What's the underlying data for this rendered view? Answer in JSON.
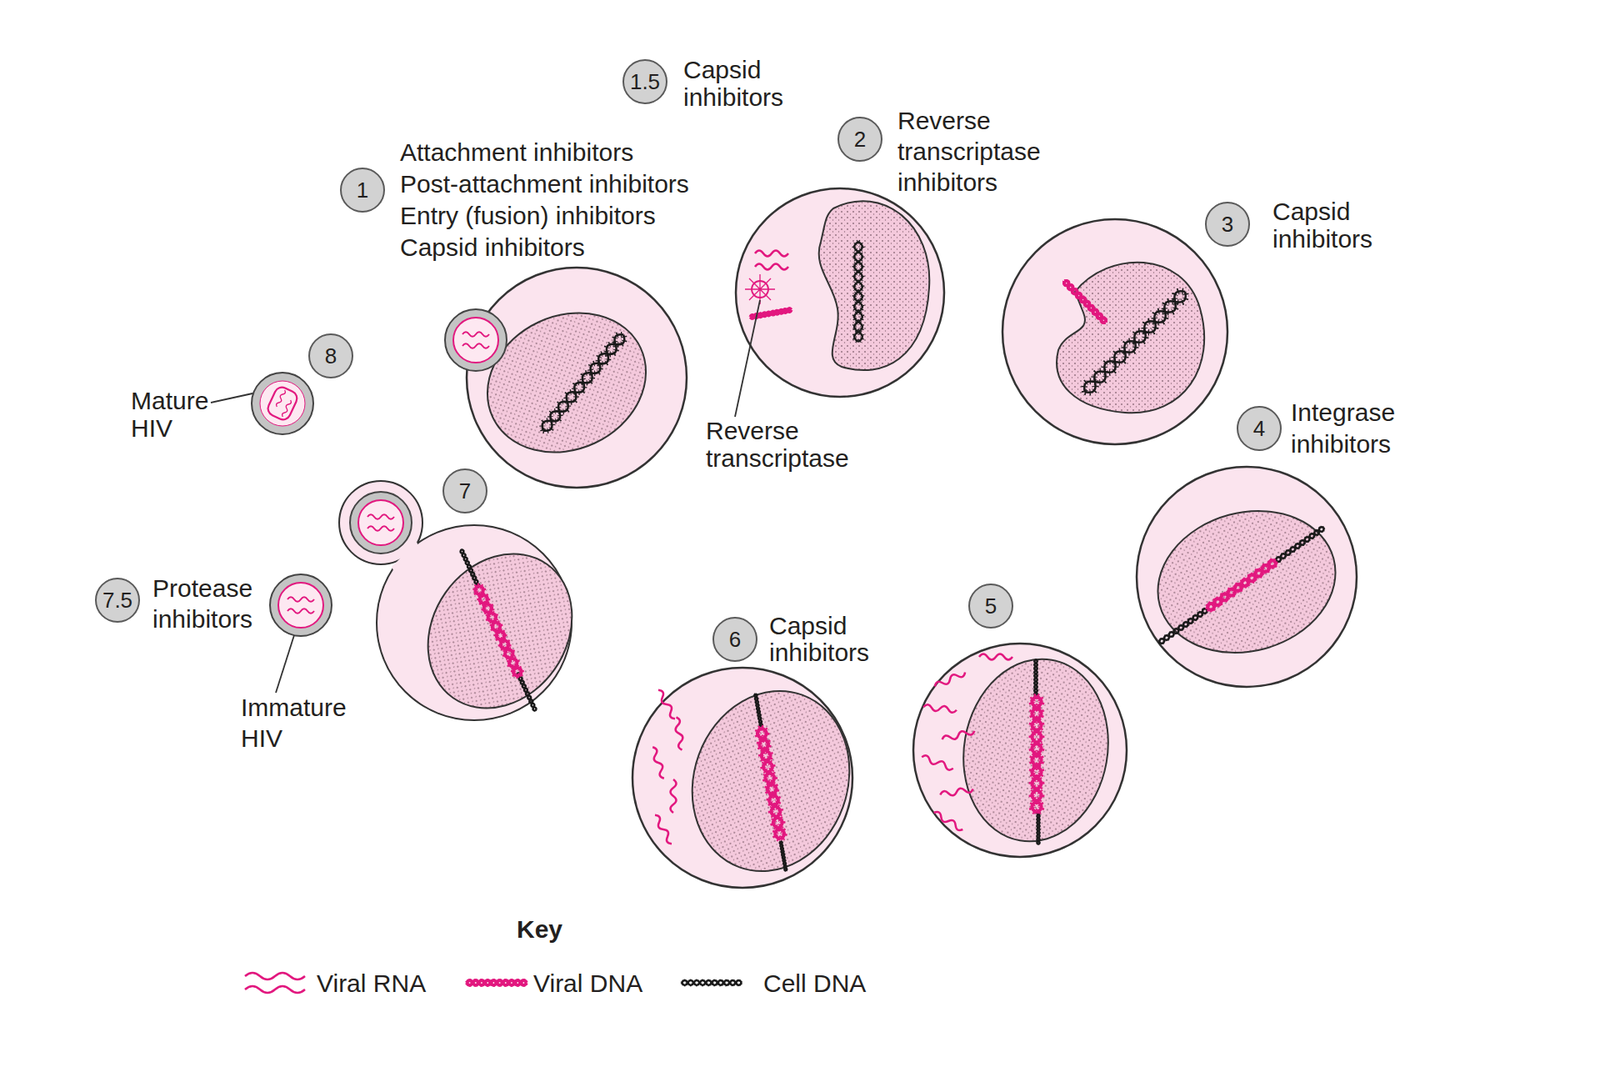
{
  "diagram": {
    "nodes": [
      {
        "text": [
          "1",
          "Attachment inhibitors",
          "Post-attachment inhibitors",
          "Entry (fusion) inhibitors",
          "Capsid inhibitors"
        ]
      },
      {
        "text": [
          "1.5",
          "Capsid inhibitors"
        ]
      },
      {
        "text": [
          "2",
          "Reverse transcriptase inhibitors"
        ]
      },
      {
        "text": [
          "3",
          "Capsid inhibitors"
        ]
      },
      {
        "text": [
          "4",
          "Integrase inhibitors"
        ]
      },
      {
        "text": [
          "5"
        ]
      },
      {
        "text": [
          "6",
          "Capsid inhibitors"
        ]
      },
      {
        "text": [
          "7"
        ]
      },
      {
        "text": [
          "7.5",
          "Protease inhibitors"
        ]
      },
      {
        "text": [
          "8"
        ]
      }
    ],
    "labels": [
      "Reverse transcriptase",
      "Mature HIV",
      "Immature HIV",
      "Key"
    ],
    "legend": [
      {
        "text": "Viral RNA"
      },
      {
        "text": "Viral DNA"
      },
      {
        "text": "Cell DNA"
      }
    ]
  }
}
